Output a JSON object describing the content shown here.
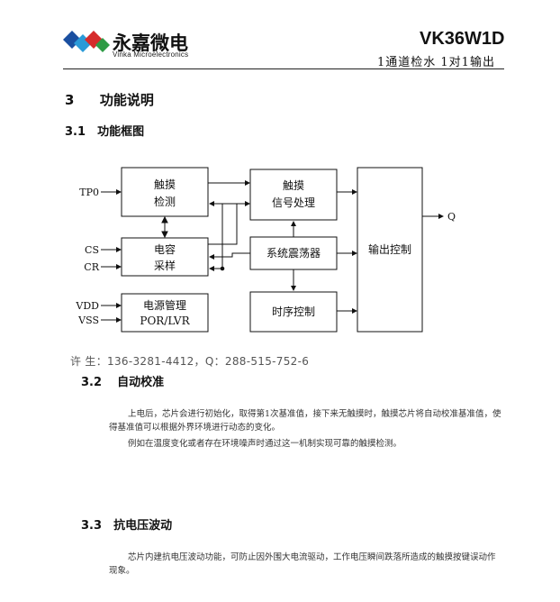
{
  "header": {
    "brand_name": "永嘉微电",
    "brand_sub": "Vinka Microelectronics",
    "model": "VK36W1D",
    "subtitle": "1通道检水 1对1输出",
    "logo_colors": [
      "#1a4fa0",
      "#2a9ad8",
      "#d62b2b",
      "#2e9b45"
    ]
  },
  "section3": {
    "number": "3",
    "title": "功能说明"
  },
  "section31": {
    "number": "3.1",
    "title": "功能框图"
  },
  "diagram": {
    "blocks": {
      "touch_detect": [
        "触摸",
        "检测"
      ],
      "cap_sample": [
        "电容",
        "采样"
      ],
      "power_mgmt": [
        "电源管理",
        "POR/LVR"
      ],
      "touch_signal": [
        "触摸",
        "信号处理"
      ],
      "oscillator": "系统震荡器",
      "timing": "时序控制",
      "output": "输出控制"
    },
    "pins": {
      "tp0": "TP0",
      "cs": "CS",
      "cr": "CR",
      "vdd": "VDD",
      "vss": "VSS",
      "q": "Q"
    }
  },
  "contact": "许 生：136-3281-4412，Q：288-515-752-6",
  "section32": {
    "number": "3.2",
    "title": "自动校准",
    "p1": "上电后，芯片会进行初始化，取得第1次基准值，接下来无触摸时，触摸芯片将自动校准基准值，使",
    "p1b": "得基准值可以根据外界环境进行动态的变化。",
    "p2": "例如在温度变化或者存在环境噪声时通过这一机制实现可靠的触摸检测。"
  },
  "section33": {
    "number": "3.3",
    "title": "抗电压波动",
    "p1": "芯片内建抗电压波动功能，可防止因外围大电流驱动，工作电压瞬间跌落所造成的触摸按键误动作",
    "p1b": "现象。"
  }
}
